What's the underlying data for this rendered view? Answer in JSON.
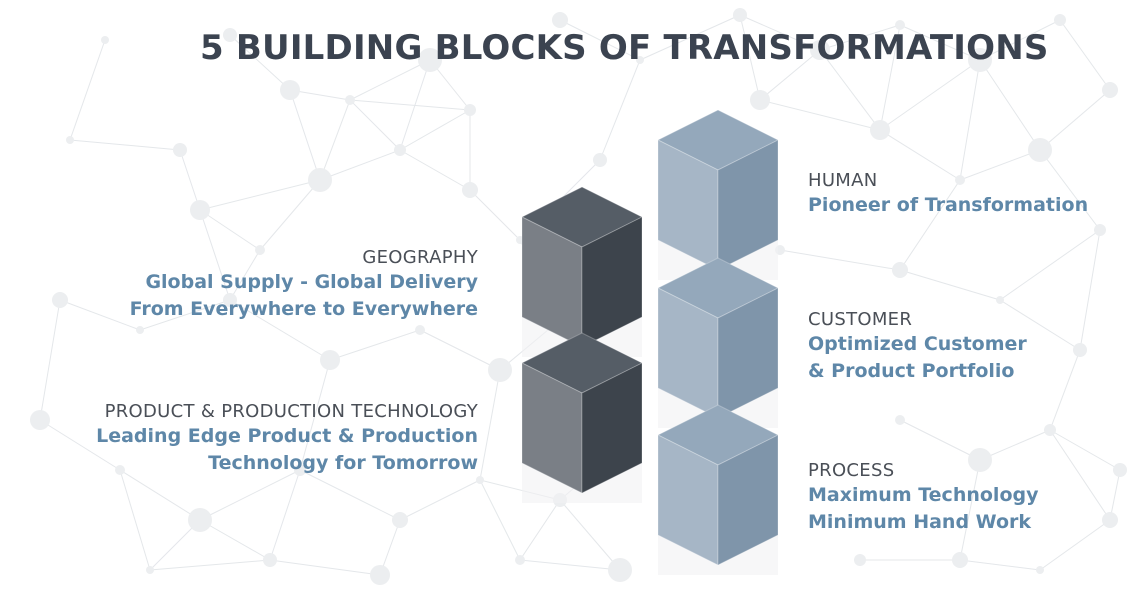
{
  "title": "5 BUILDING BLOCKS OF TRANSFORMATIONS",
  "colors": {
    "title": "#3b4350",
    "label": "#4a4f57",
    "accent": "#5e87a8",
    "dark_cube_left": "#7a7f86",
    "dark_cube_right": "#3d444c",
    "dark_cube_top": "#555d66",
    "light_cube_left": "#a6b6c6",
    "light_cube_right": "#7f95aa",
    "light_cube_top": "#94a8bb",
    "network": "#e4e7ea"
  },
  "blocks": {
    "geography": {
      "label": "GEOGRAPHY",
      "lines": [
        "Global Supply - Global Delivery",
        "From Everywhere to Everywhere"
      ]
    },
    "product_technology": {
      "label": "PRODUCT & PRODUCTION TECHNOLOGY",
      "lines": [
        "Leading Edge Product & Production",
        "Technology for Tomorrow"
      ]
    },
    "human": {
      "label": "HUMAN",
      "lines": [
        "Pioneer of Transformation"
      ]
    },
    "customer": {
      "label": "CUSTOMER",
      "lines": [
        "Optimized Customer",
        "& Product Portfolio"
      ]
    },
    "process": {
      "label": "PROCESS",
      "lines": [
        "Maximum Technology",
        "Minimum Hand Work"
      ]
    }
  },
  "cubes": [
    {
      "name": "cube-geography",
      "style": "dark"
    },
    {
      "name": "cube-product-technology",
      "style": "dark"
    },
    {
      "name": "cube-human",
      "style": "light"
    },
    {
      "name": "cube-customer",
      "style": "light"
    },
    {
      "name": "cube-process",
      "style": "light"
    }
  ]
}
